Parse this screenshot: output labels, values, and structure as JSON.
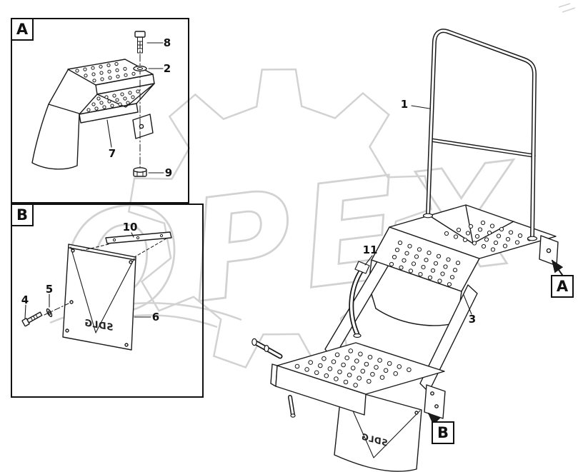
{
  "watermark": {
    "text": "OPEX"
  },
  "inset_a": {
    "label": "A",
    "part_bolt": "8",
    "part_washer": "2",
    "part_step": "7",
    "part_nut": "9"
  },
  "inset_b": {
    "label": "B",
    "part_strip": "10",
    "part_bolt": "4",
    "part_washer": "5",
    "part_plate": "6",
    "plate_logo": "SDLG"
  },
  "main": {
    "part_handrail": "1",
    "part_handle": "11",
    "part_step": "3",
    "ref_a": "A",
    "ref_b": "B",
    "flap_logo": "SDLG"
  }
}
